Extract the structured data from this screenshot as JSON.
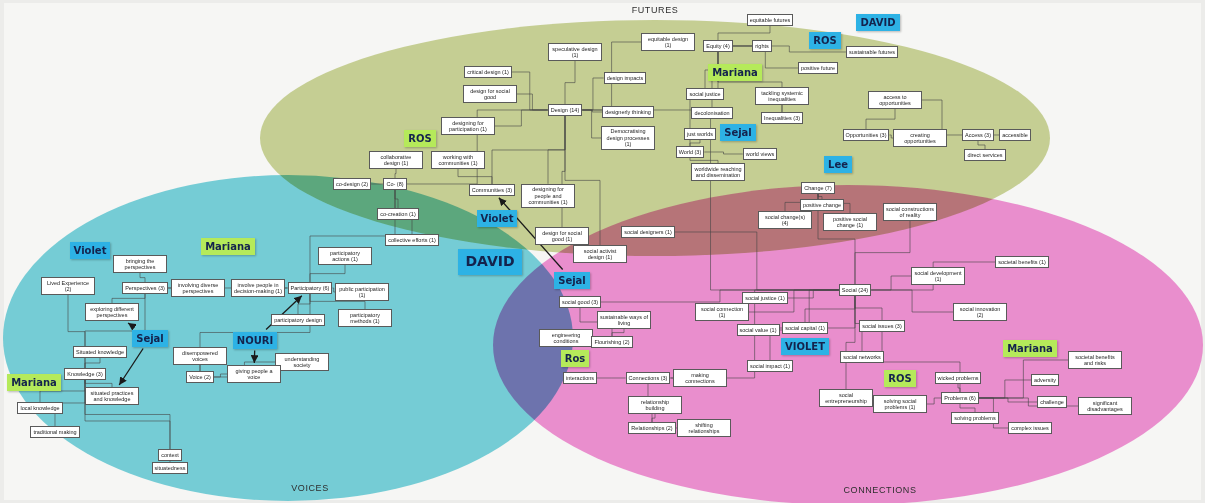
{
  "diagram": {
    "nodes": [
      {
        "text": [
          "speculative design (1)"
        ]
      },
      {
        "text": [
          "equitable design (1)"
        ]
      },
      {
        "text": [
          "critical design (1)"
        ]
      },
      {
        "text": [
          "design for social good"
        ]
      },
      {
        "text": [
          "design impacts"
        ]
      },
      {
        "text": [
          "Design (14)"
        ]
      },
      {
        "text": [
          "designerly thinking"
        ]
      },
      {
        "text": [
          "Democratising design processes (1)"
        ]
      },
      {
        "text": [
          "Equity (4)"
        ]
      },
      {
        "text": [
          "equitable futures"
        ]
      },
      {
        "text": [
          "rights"
        ]
      },
      {
        "text": [
          "sustainable futures"
        ]
      },
      {
        "text": [
          "positive future"
        ]
      },
      {
        "text": [
          "social justice"
        ]
      },
      {
        "text": [
          "decolonisation"
        ]
      },
      {
        "text": [
          "tackling systemic inequalities"
        ]
      },
      {
        "text": [
          "Inequalities (3)"
        ]
      },
      {
        "text": [
          "just worlds"
        ]
      },
      {
        "text": [
          "World (3)"
        ]
      },
      {
        "text": [
          "world views"
        ]
      },
      {
        "text": [
          "worldwide reaching and dissemination"
        ]
      },
      {
        "text": [
          "access to opportunities"
        ]
      },
      {
        "text": [
          "Opportunities (3)"
        ]
      },
      {
        "text": [
          "creating opportunities"
        ]
      },
      {
        "text": [
          "Access (3)"
        ]
      },
      {
        "text": [
          "accessible"
        ]
      },
      {
        "text": [
          "direct services"
        ]
      },
      {
        "text": [
          "Change (7)"
        ]
      },
      {
        "text": [
          "positive change"
        ]
      },
      {
        "text": [
          "social change(s) (4)"
        ]
      },
      {
        "text": [
          "positive social change (1)"
        ]
      },
      {
        "text": [
          "social constructions of reality"
        ]
      },
      {
        "text": [
          "designing for participation (1)"
        ]
      },
      {
        "text": [
          "working with communities (1)"
        ]
      },
      {
        "text": [
          "collaborative design (1)"
        ]
      },
      {
        "text": [
          "Co- (8)"
        ]
      },
      {
        "text": [
          "co-design (2)"
        ]
      },
      {
        "text": [
          "co-creation (1)"
        ]
      },
      {
        "text": [
          "collective efforts (1)"
        ]
      },
      {
        "text": [
          "Communities (3)"
        ]
      },
      {
        "text": [
          "designing for people and communities (1)"
        ]
      },
      {
        "text": [
          "design for social good (1)"
        ]
      },
      {
        "text": [
          "social designers (1)"
        ]
      },
      {
        "text": [
          "social activist design (1)"
        ]
      },
      {
        "text": [
          "bringing the perspectives"
        ]
      },
      {
        "text": [
          "Lived Experience (2)"
        ]
      },
      {
        "text": [
          "Perspectives (3)"
        ]
      },
      {
        "text": [
          "involving diverse perspectives"
        ]
      },
      {
        "text": [
          "involve people in decision-making (1)"
        ]
      },
      {
        "text": [
          "exploring different perspectives"
        ]
      },
      {
        "text": [
          "Participatory (6)"
        ]
      },
      {
        "text": [
          "participatory actions (1)"
        ]
      },
      {
        "text": [
          "public participation (1)"
        ]
      },
      {
        "text": [
          "participatory methods (1)"
        ]
      },
      {
        "text": [
          "participatory design"
        ]
      },
      {
        "text": [
          "understanding society"
        ]
      },
      {
        "text": [
          "giving people a voice"
        ]
      },
      {
        "text": [
          "disempowered voices"
        ]
      },
      {
        "text": [
          "Voice (2)"
        ]
      },
      {
        "text": [
          "Situated knowledge"
        ]
      },
      {
        "text": [
          "Knowledge (3)"
        ]
      },
      {
        "text": [
          "situated practices and knowledge"
        ]
      },
      {
        "text": [
          "local knowledge"
        ]
      },
      {
        "text": [
          "traditional making"
        ]
      },
      {
        "text": [
          "context"
        ]
      },
      {
        "text": [
          "situatedness"
        ]
      },
      {
        "text": [
          "Social (24)"
        ]
      },
      {
        "text": [
          "social good (3)"
        ]
      },
      {
        "text": [
          "sustainable ways of living"
        ]
      },
      {
        "text": [
          "engineering conditions"
        ]
      },
      {
        "text": [
          "Flourishing (2)"
        ]
      },
      {
        "text": [
          "interactions"
        ]
      },
      {
        "text": [
          "Connections (3)"
        ]
      },
      {
        "text": [
          "making connections"
        ]
      },
      {
        "text": [
          "relationship building"
        ]
      },
      {
        "text": [
          "Relationships (2)"
        ]
      },
      {
        "text": [
          "shifting relationships"
        ]
      },
      {
        "text": [
          "social connection (1)"
        ]
      },
      {
        "text": [
          "social justice (1)"
        ]
      },
      {
        "text": [
          "social value (1)"
        ]
      },
      {
        "text": [
          "social capital (1)"
        ]
      },
      {
        "text": [
          "social impact (1)"
        ]
      },
      {
        "text": [
          "social issues (3)"
        ]
      },
      {
        "text": [
          "social development (1)"
        ]
      },
      {
        "text": [
          "social innovation (2)"
        ]
      },
      {
        "text": [
          "societal benefits (1)"
        ]
      },
      {
        "text": [
          "social networks"
        ]
      },
      {
        "text": [
          "social entrepreneurship"
        ]
      },
      {
        "text": [
          "solving social problems (1)"
        ]
      },
      {
        "text": [
          "wicked problems"
        ]
      },
      {
        "text": [
          "Problems (6)"
        ]
      },
      {
        "text": [
          "solving problems"
        ]
      },
      {
        "text": [
          "complex issues"
        ]
      },
      {
        "text": [
          "societal benefits and risks"
        ]
      },
      {
        "text": [
          "adversity"
        ]
      },
      {
        "text": [
          "challenge"
        ]
      },
      {
        "text": [
          "significant disadvantages"
        ]
      },
      {
        "text": [
          "ROS"
        ]
      },
      {
        "text": [
          "DAVID"
        ]
      },
      {
        "text": [
          "Mariana"
        ]
      },
      {
        "text": [
          "Sejal"
        ]
      },
      {
        "text": [
          "Lee"
        ]
      },
      {
        "text": [
          "ROS"
        ]
      },
      {
        "text": [
          "Violet"
        ]
      },
      {
        "text": [
          "DAVID"
        ]
      },
      {
        "text": [
          "Sejal"
        ]
      },
      {
        "text": [
          "Ros"
        ]
      },
      {
        "text": [
          "Violet"
        ]
      },
      {
        "text": [
          "Mariana"
        ]
      },
      {
        "text": [
          "NOURI"
        ]
      },
      {
        "text": [
          "Sejal"
        ]
      },
      {
        "text": [
          "Mariana"
        ]
      },
      {
        "text": [
          "VIOLET"
        ]
      },
      {
        "text": [
          "ROS"
        ]
      },
      {
        "text": [
          "Mariana"
        ]
      }
    ],
    "edges": [
      {
        "from": 5,
        "to": 0,
        "arrow": "none"
      },
      {
        "from": 5,
        "to": 1,
        "arrow": "none"
      },
      {
        "from": 5,
        "to": 2,
        "arrow": "none"
      },
      {
        "from": 5,
        "to": 3,
        "arrow": "none"
      },
      {
        "from": 5,
        "to": 4,
        "arrow": "none"
      },
      {
        "from": 5,
        "to": 6,
        "arrow": "none"
      },
      {
        "from": 5,
        "to": 7,
        "arrow": "none"
      },
      {
        "from": 5,
        "to": 32,
        "arrow": "none"
      },
      {
        "from": 5,
        "to": 40,
        "arrow": "none"
      },
      {
        "from": 5,
        "to": 41,
        "arrow": "none"
      },
      {
        "from": 5,
        "to": 43,
        "arrow": "none"
      },
      {
        "from": 5,
        "to": 39,
        "arrow": "none"
      },
      {
        "from": 5,
        "to": 35,
        "arrow": "none"
      },
      {
        "from": 5,
        "to": 66,
        "arrow": "none"
      },
      {
        "from": 8,
        "to": 9,
        "arrow": "none"
      },
      {
        "from": 8,
        "to": 10,
        "arrow": "none"
      },
      {
        "from": 8,
        "to": 11,
        "arrow": "none"
      },
      {
        "from": 8,
        "to": 12,
        "arrow": "none"
      },
      {
        "from": 8,
        "to": 13,
        "arrow": "none"
      },
      {
        "from": 8,
        "to": 14,
        "arrow": "none"
      },
      {
        "from": 8,
        "to": 16,
        "arrow": "none"
      },
      {
        "from": 16,
        "to": 15,
        "arrow": "none"
      },
      {
        "from": 8,
        "to": 18,
        "arrow": "none"
      },
      {
        "from": 18,
        "to": 17,
        "arrow": "none"
      },
      {
        "from": 18,
        "to": 19,
        "arrow": "none"
      },
      {
        "from": 18,
        "to": 20,
        "arrow": "none"
      },
      {
        "from": 22,
        "to": 21,
        "arrow": "none"
      },
      {
        "from": 22,
        "to": 23,
        "arrow": "none"
      },
      {
        "from": 24,
        "to": 25,
        "arrow": "none"
      },
      {
        "from": 24,
        "to": 26,
        "arrow": "none"
      },
      {
        "from": 24,
        "to": 21,
        "arrow": "none"
      },
      {
        "from": 27,
        "to": 28,
        "arrow": "none"
      },
      {
        "from": 27,
        "to": 29,
        "arrow": "none"
      },
      {
        "from": 27,
        "to": 30,
        "arrow": "none"
      },
      {
        "from": 66,
        "to": 27,
        "arrow": "none"
      },
      {
        "from": 35,
        "to": 34,
        "arrow": "none"
      },
      {
        "from": 35,
        "to": 36,
        "arrow": "none"
      },
      {
        "from": 35,
        "to": 37,
        "arrow": "none"
      },
      {
        "from": 35,
        "to": 38,
        "arrow": "none"
      },
      {
        "from": 35,
        "to": 50,
        "arrow": "none"
      },
      {
        "from": 39,
        "to": 33,
        "arrow": "none"
      },
      {
        "from": 50,
        "to": 51,
        "arrow": "none"
      },
      {
        "from": 50,
        "to": 52,
        "arrow": "none"
      },
      {
        "from": 50,
        "to": 53,
        "arrow": "none"
      },
      {
        "from": 50,
        "to": 54,
        "arrow": "none"
      },
      {
        "from": 50,
        "to": 48,
        "arrow": "none"
      },
      {
        "from": 50,
        "to": 46,
        "arrow": "none"
      },
      {
        "from": 50,
        "to": 58,
        "arrow": "none"
      },
      {
        "from": 46,
        "to": 44,
        "arrow": "none"
      },
      {
        "from": 46,
        "to": 47,
        "arrow": "none"
      },
      {
        "from": 46,
        "to": 49,
        "arrow": "none"
      },
      {
        "from": 46,
        "to": 60,
        "arrow": "none"
      },
      {
        "from": 58,
        "to": 56,
        "arrow": "none"
      },
      {
        "from": 58,
        "to": 57,
        "arrow": "none"
      },
      {
        "from": 58,
        "to": 55,
        "arrow": "none"
      },
      {
        "from": 60,
        "to": 59,
        "arrow": "none"
      },
      {
        "from": 60,
        "to": 61,
        "arrow": "none"
      },
      {
        "from": 60,
        "to": 62,
        "arrow": "none"
      },
      {
        "from": 60,
        "to": 63,
        "arrow": "none"
      },
      {
        "from": 60,
        "to": 64,
        "arrow": "none"
      },
      {
        "from": 60,
        "to": 65,
        "arrow": "none"
      },
      {
        "from": 60,
        "to": 45,
        "arrow": "none"
      },
      {
        "from": 66,
        "to": 67,
        "arrow": "none"
      },
      {
        "from": 66,
        "to": 77,
        "arrow": "none"
      },
      {
        "from": 66,
        "to": 78,
        "arrow": "none"
      },
      {
        "from": 66,
        "to": 79,
        "arrow": "none"
      },
      {
        "from": 66,
        "to": 80,
        "arrow": "none"
      },
      {
        "from": 66,
        "to": 81,
        "arrow": "none"
      },
      {
        "from": 66,
        "to": 82,
        "arrow": "none"
      },
      {
        "from": 66,
        "to": 83,
        "arrow": "none"
      },
      {
        "from": 66,
        "to": 84,
        "arrow": "none"
      },
      {
        "from": 66,
        "to": 85,
        "arrow": "none"
      },
      {
        "from": 66,
        "to": 86,
        "arrow": "none"
      },
      {
        "from": 66,
        "to": 87,
        "arrow": "none"
      },
      {
        "from": 66,
        "to": 42,
        "arrow": "none"
      },
      {
        "from": 66,
        "to": 31,
        "arrow": "none"
      },
      {
        "from": 66,
        "to": 72,
        "arrow": "none"
      },
      {
        "from": 67,
        "to": 70,
        "arrow": "none"
      },
      {
        "from": 70,
        "to": 68,
        "arrow": "none"
      },
      {
        "from": 70,
        "to": 69,
        "arrow": "none"
      },
      {
        "from": 72,
        "to": 71,
        "arrow": "none"
      },
      {
        "from": 72,
        "to": 73,
        "arrow": "none"
      },
      {
        "from": 72,
        "to": 75,
        "arrow": "none"
      },
      {
        "from": 75,
        "to": 74,
        "arrow": "none"
      },
      {
        "from": 75,
        "to": 76,
        "arrow": "none"
      },
      {
        "from": 82,
        "to": 90,
        "arrow": "none"
      },
      {
        "from": 90,
        "to": 88,
        "arrow": "none"
      },
      {
        "from": 90,
        "to": 89,
        "arrow": "none"
      },
      {
        "from": 90,
        "to": 91,
        "arrow": "none"
      },
      {
        "from": 90,
        "to": 92,
        "arrow": "none"
      },
      {
        "from": 90,
        "to": 93,
        "arrow": "none"
      },
      {
        "from": 90,
        "to": 94,
        "arrow": "none"
      },
      {
        "from": 90,
        "to": 95,
        "arrow": "none"
      },
      {
        "from": 90,
        "to": 96,
        "arrow": "none"
      },
      {
        "from": 105,
        "to": 39,
        "arrow": "to"
      },
      {
        "from": 109,
        "to": 50,
        "arrow": "to"
      },
      {
        "from": 109,
        "to": 56,
        "arrow": "to"
      },
      {
        "from": 110,
        "to": 49,
        "arrow": "to"
      },
      {
        "from": 110,
        "to": 61,
        "arrow": "to"
      }
    ],
    "labels": [
      "FUTURES",
      "VOICES",
      "CONNECTIONS"
    ]
  }
}
